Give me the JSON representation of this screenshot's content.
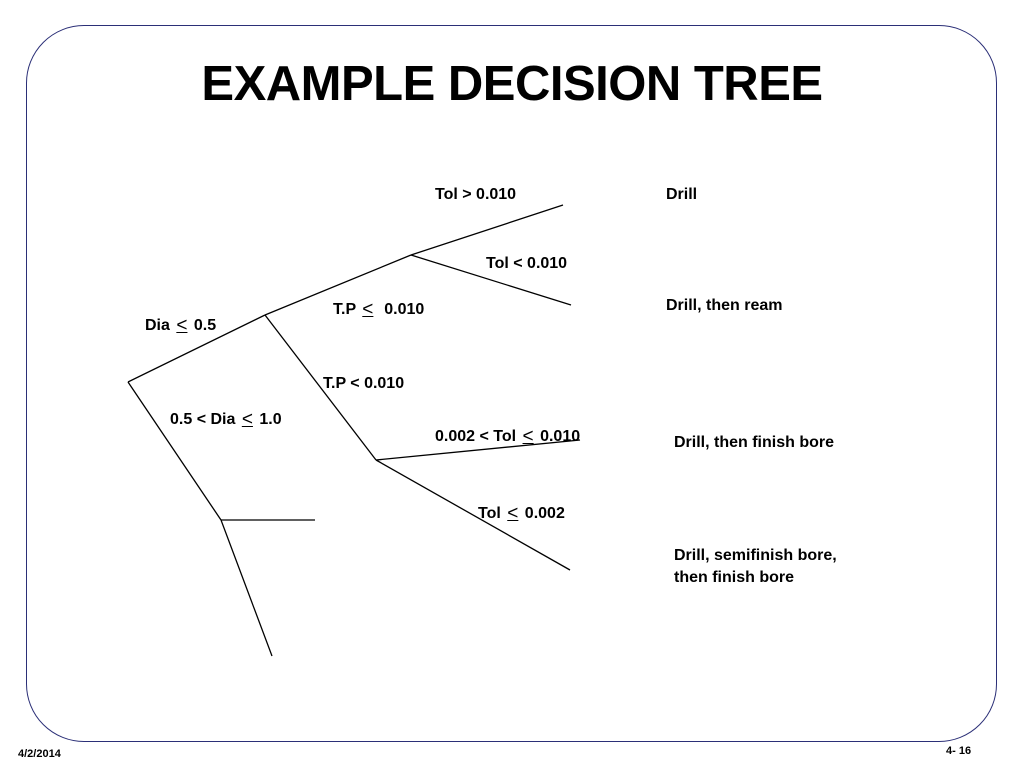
{
  "title": "EXAMPLE DECISION TREE",
  "branches": {
    "dia_small": {
      "pre": "Dia ",
      "sym": "<",
      "post": " 0.5"
    },
    "dia_mid": {
      "pre": "0.5 < Dia ",
      "sym": "<",
      "post": " 1.0"
    },
    "tp_le": {
      "pre": "T.P ",
      "sym": "<",
      "post": "  0.010"
    },
    "tp_lt": "T.P < 0.010",
    "tol_gt": "Tol > 0.010",
    "tol_lt": "Tol < 0.010",
    "tol_mid": {
      "pre": "0.002 < Tol ",
      "sym": "<",
      "post": " 0.010"
    },
    "tol_small": {
      "pre": "Tol ",
      "sym": "<",
      "post": " 0.002"
    }
  },
  "outcomes": {
    "drill": "Drill",
    "drill_ream": "Drill, then ream",
    "drill_finish": "Drill, then finish bore",
    "drill_semi_line1": "Drill, semifinish bore,",
    "drill_semi_line2": "then finish bore"
  },
  "footer": {
    "date": "4/2/2014",
    "page": "4- 16"
  },
  "colors": {
    "frame": "#2b2f77",
    "text": "#000000"
  }
}
